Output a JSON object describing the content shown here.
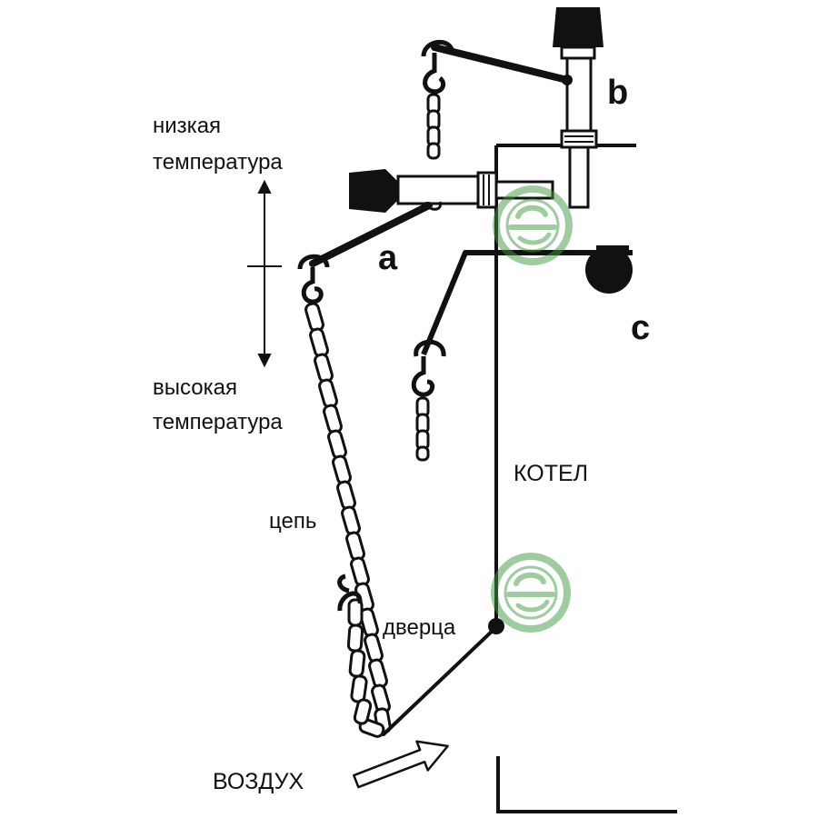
{
  "labels": {
    "low_temp_line1": "низкая",
    "low_temp_line2": "температура",
    "high_temp_line1": "высокая",
    "high_temp_line2": "температура",
    "a": "a",
    "b": "b",
    "c": "c",
    "boiler": "КОТЕЛ",
    "chain": "цепь",
    "door": "дверца",
    "air": "ВОЗДУХ"
  },
  "colors": {
    "ink": "#111111",
    "paper": "#ffffff",
    "watermark": "#3f9a3f"
  },
  "icons": {
    "watermark": "logo-watermark-icon",
    "air_arrow": "hollow-arrow-icon"
  }
}
